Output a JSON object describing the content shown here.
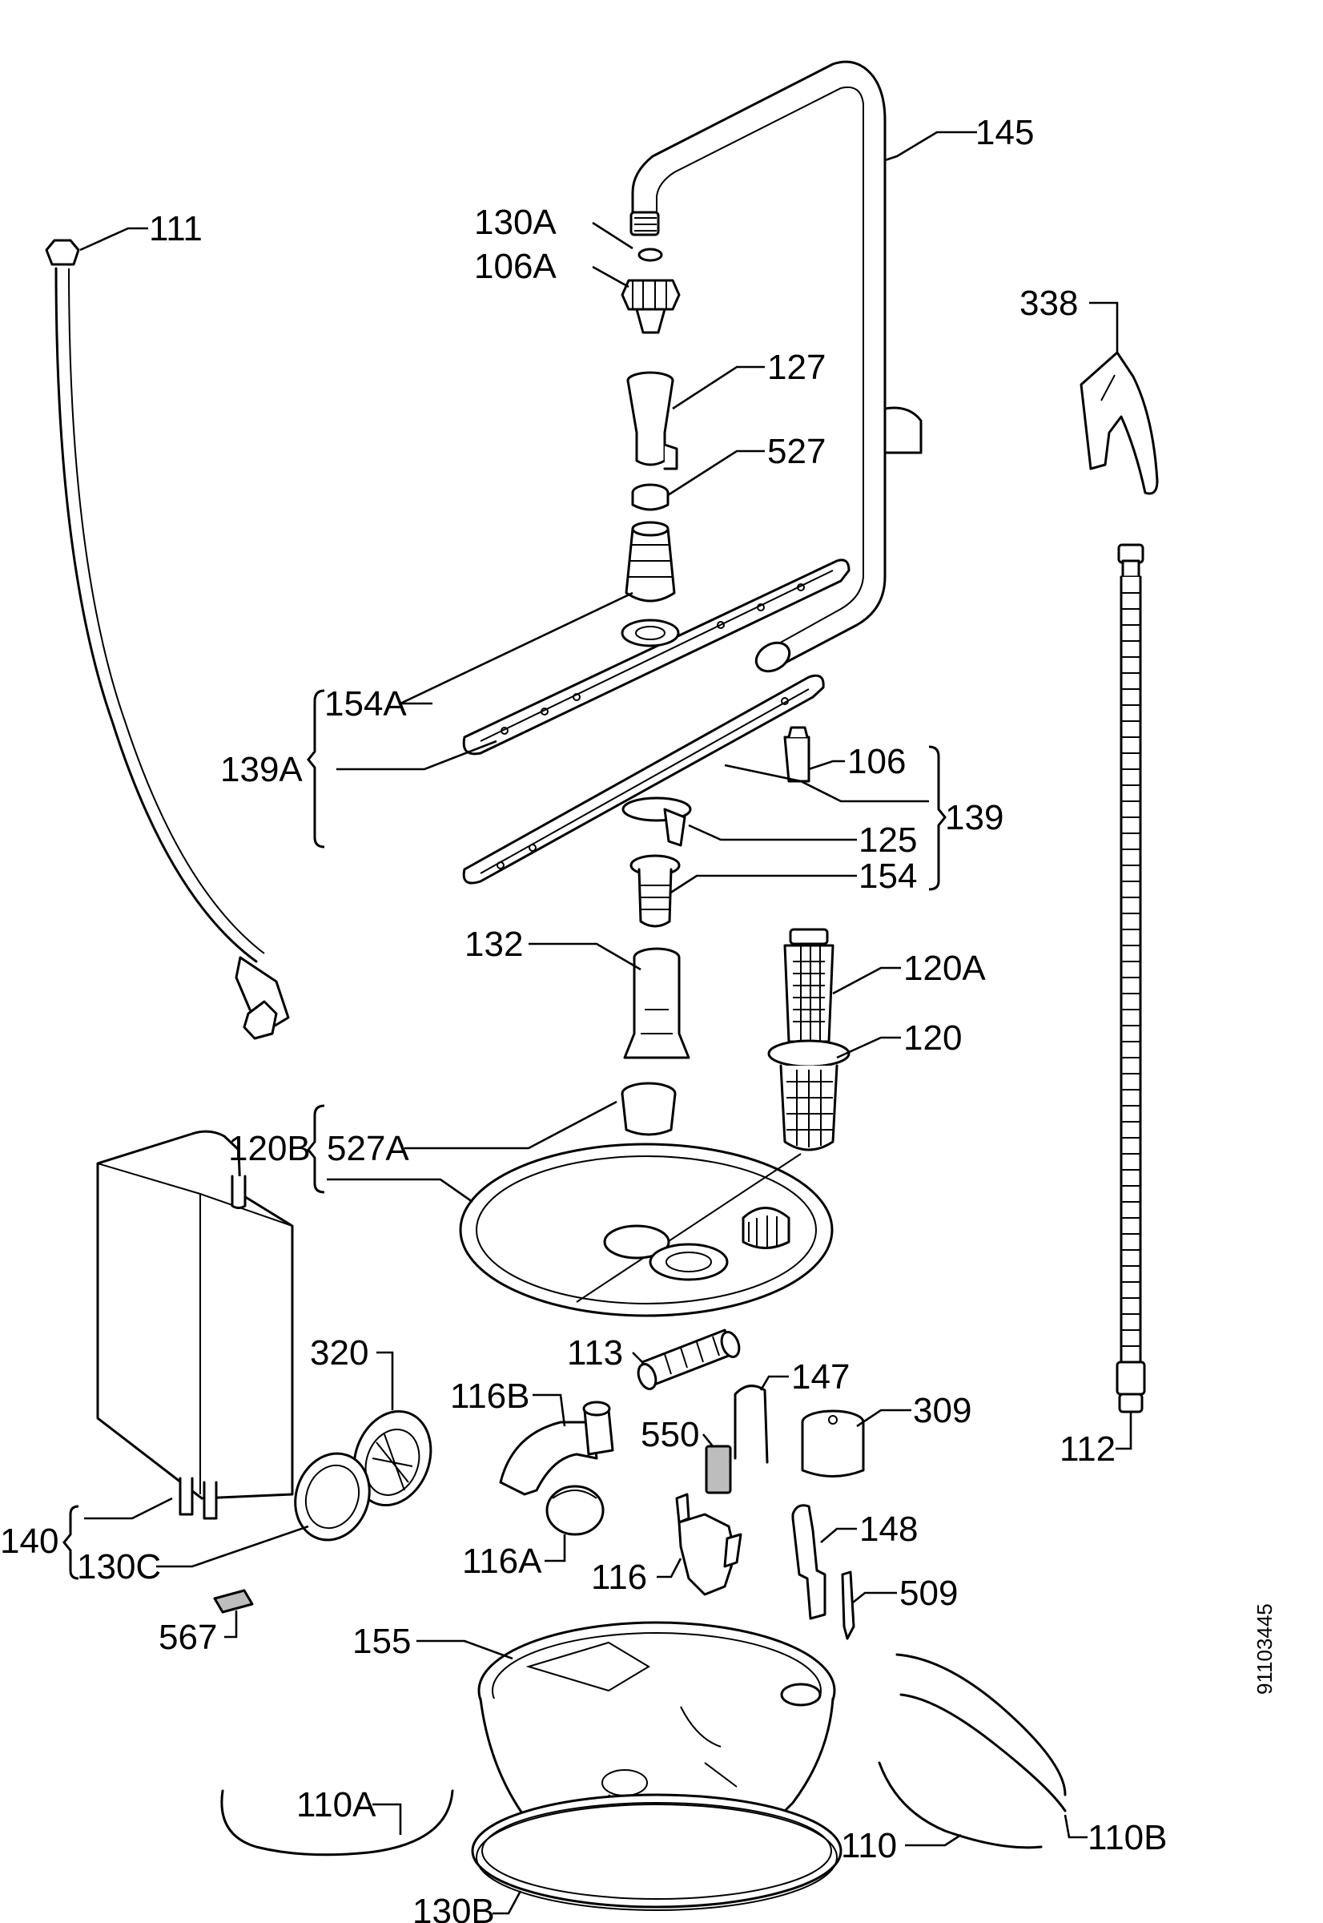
{
  "labels": {
    "p145": "145",
    "p111": "111",
    "p130A": "130A",
    "p106A": "106A",
    "p338": "338",
    "p127": "127",
    "p527": "527",
    "p154A": "154A",
    "p139A": "139A",
    "p106": "106",
    "p139": "139",
    "p125": "125",
    "p154": "154",
    "p132": "132",
    "p120A": "120A",
    "p120": "120",
    "p120B": "120B",
    "p527A": "527A",
    "p113": "113",
    "p320": "320",
    "p116B": "116B",
    "p147": "147",
    "p309": "309",
    "p550": "550",
    "p112": "112",
    "p140": "140",
    "p130C": "130C",
    "p116A": "116A",
    "p116": "116",
    "p148": "148",
    "p509": "509",
    "p567": "567",
    "p155": "155",
    "p110A": "110A",
    "p110": "110",
    "p110B": "110B",
    "p130B": "130B"
  },
  "document_number": "91103445"
}
